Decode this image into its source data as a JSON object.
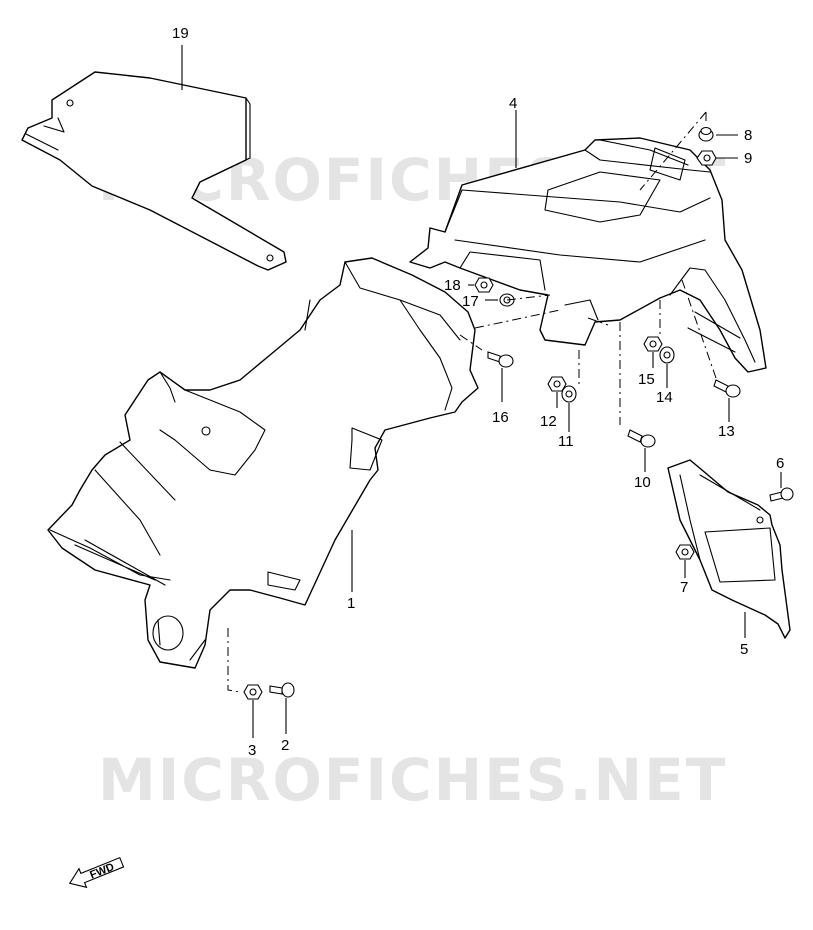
{
  "watermark": "MICROFICHES.NET",
  "fwd_label": "FWD",
  "callouts": [
    "19",
    "4",
    "8",
    "9",
    "18",
    "17",
    "16",
    "15",
    "14",
    "12",
    "11",
    "13",
    "10",
    "6",
    "7",
    "5",
    "1",
    "3",
    "2"
  ]
}
